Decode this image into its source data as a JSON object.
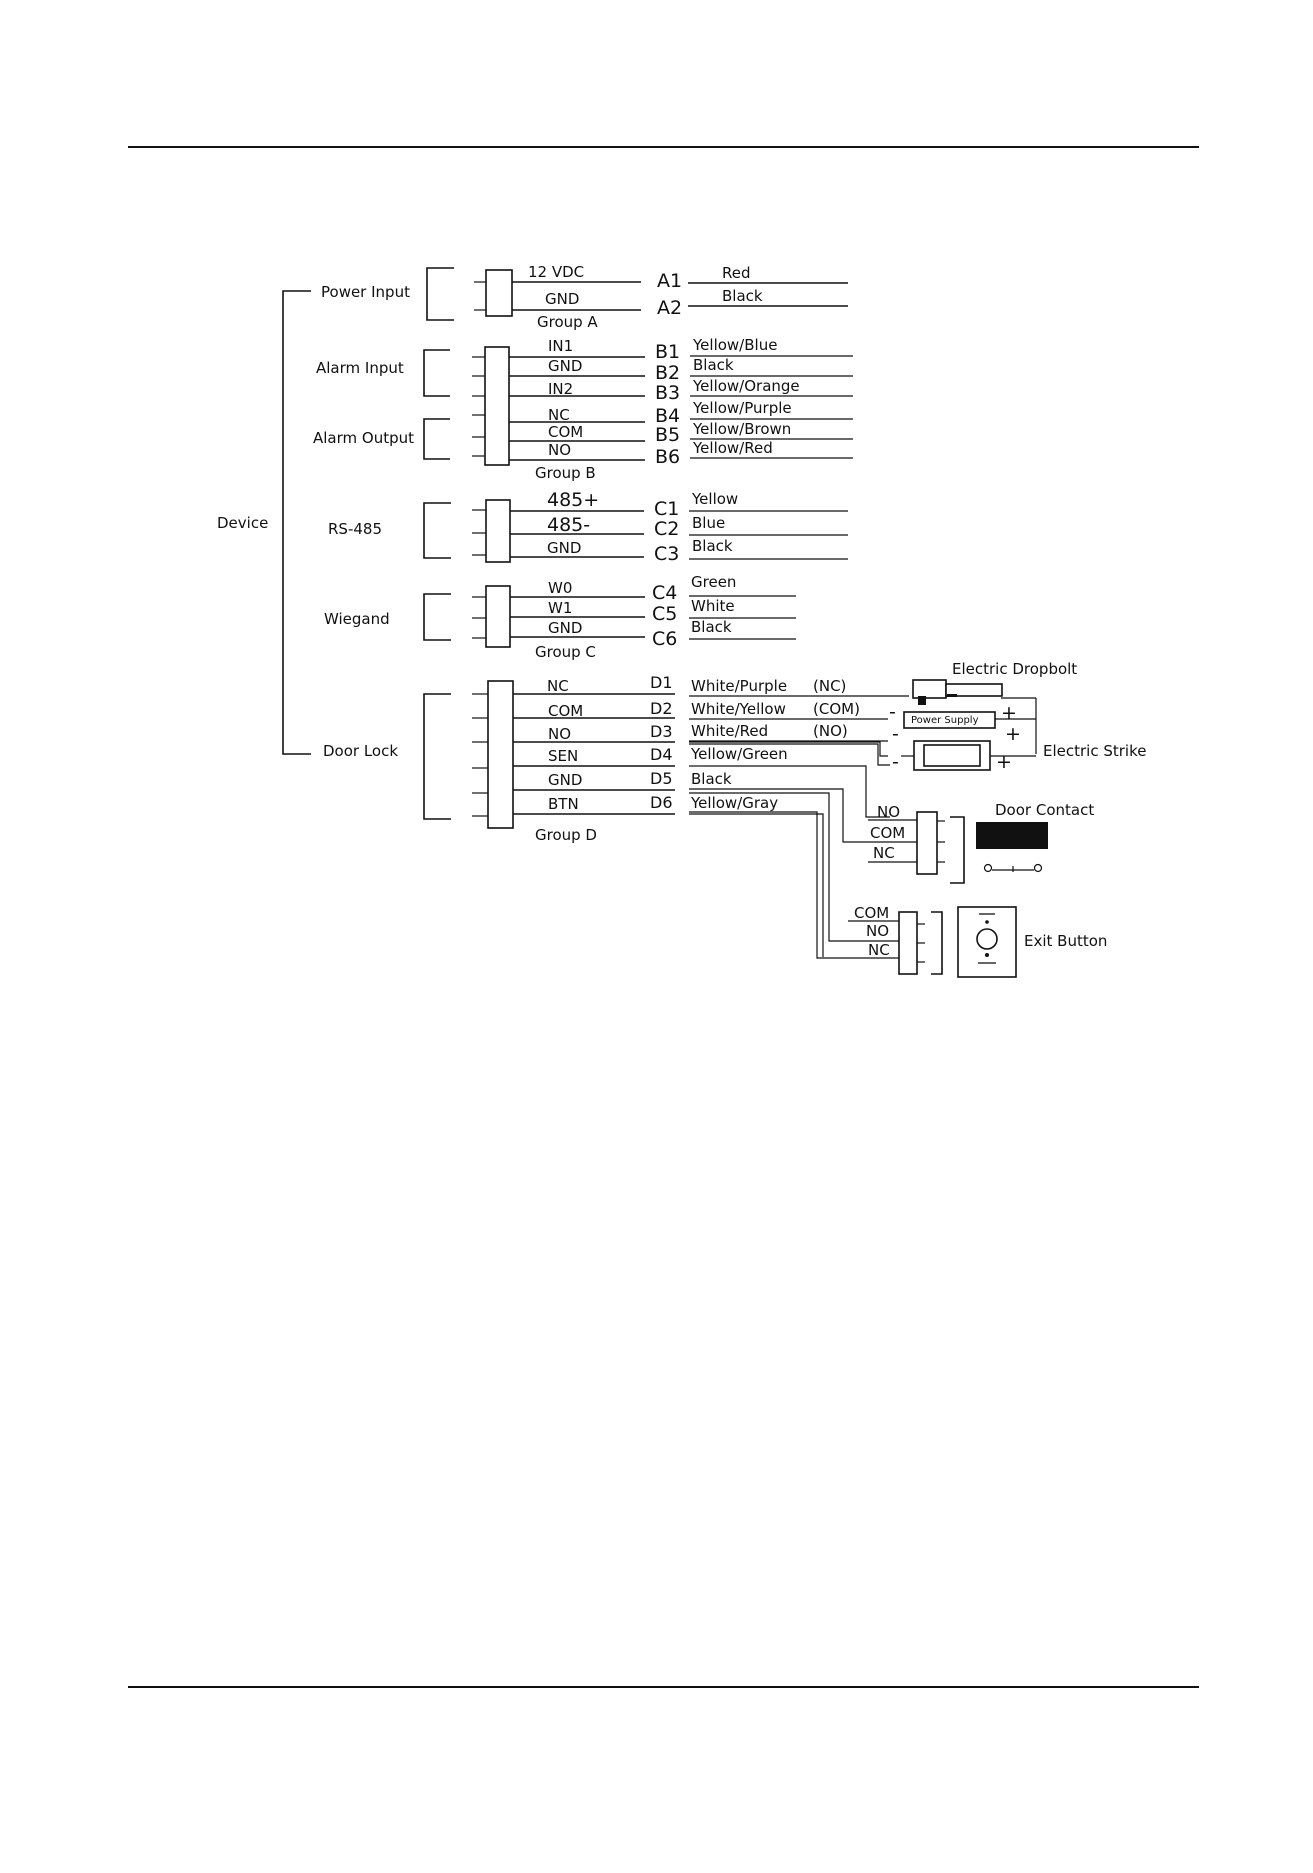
{
  "device": "Device",
  "groups": {
    "power": {
      "name": "Power Input",
      "group_label": "Group A",
      "pins": [
        {
          "pin": "12 VDC",
          "code": "A1",
          "wire": "Red"
        },
        {
          "pin": "GND",
          "code": "A2",
          "wire": "Black"
        }
      ]
    },
    "alarm_input": {
      "name": "Alarm Input",
      "pins": [
        {
          "pin": "IN1",
          "code": "B1",
          "wire": "Yellow/Blue"
        },
        {
          "pin": "GND",
          "code": "B2",
          "wire": "Black"
        },
        {
          "pin": "IN2",
          "code": "B3",
          "wire": "Yellow/Orange"
        }
      ]
    },
    "alarm_output": {
      "name": "Alarm Output",
      "group_label": "Group B",
      "pins": [
        {
          "pin": "NC",
          "code": "B4",
          "wire": "Yellow/Purple"
        },
        {
          "pin": "COM",
          "code": "B5",
          "wire": "Yellow/Brown"
        },
        {
          "pin": "NO",
          "code": "B6",
          "wire": "Yellow/Red"
        }
      ]
    },
    "rs485": {
      "name": "RS-485",
      "pins": [
        {
          "pin": "485+",
          "code": "C1",
          "wire": "Yellow"
        },
        {
          "pin": "485-",
          "code": "C2",
          "wire": "Blue"
        },
        {
          "pin": "GND",
          "code": "C3",
          "wire": "Black"
        }
      ]
    },
    "wiegand": {
      "name": "Wiegand",
      "group_label": "Group C",
      "pins": [
        {
          "pin": "W0",
          "code": "C4",
          "wire": "Green"
        },
        {
          "pin": "W1",
          "code": "C5",
          "wire": "White"
        },
        {
          "pin": "GND",
          "code": "C6",
          "wire": "Black"
        }
      ]
    },
    "door_lock": {
      "name": "Door Lock",
      "group_label": "Group D",
      "pins": [
        {
          "pin": "NC",
          "code": "D1",
          "wire": "White/Purple",
          "note": "(NC)"
        },
        {
          "pin": "COM",
          "code": "D2",
          "wire": "White/Yellow",
          "note": "(COM)"
        },
        {
          "pin": "NO",
          "code": "D3",
          "wire": "White/Red",
          "note": "(NO)"
        },
        {
          "pin": "SEN",
          "code": "D4",
          "wire": "Yellow/Green"
        },
        {
          "pin": "GND",
          "code": "D5",
          "wire": "Black"
        },
        {
          "pin": "BTN",
          "code": "D6",
          "wire": "Yellow/Gray"
        }
      ]
    }
  },
  "peripherals": {
    "dropbolt": "Electric Dropbolt",
    "power_supply": "Power Supply",
    "strike": "Electric Strike",
    "door_contact": {
      "name": "Door Contact",
      "terminals": [
        "NO",
        "COM",
        "NC"
      ]
    },
    "exit_button": {
      "name": "Exit Button",
      "terminals": [
        "COM",
        "NO",
        "NC"
      ]
    },
    "minus": "-",
    "plus": "+"
  }
}
